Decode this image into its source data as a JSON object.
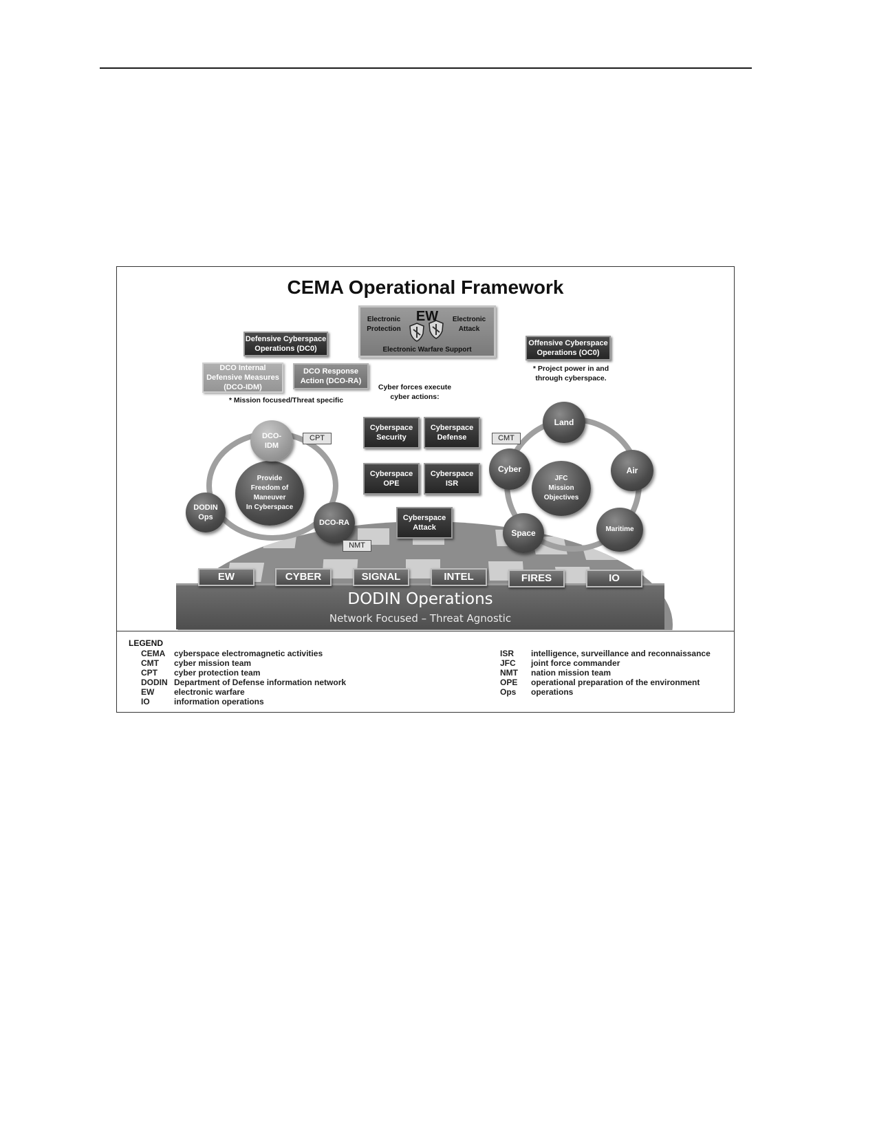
{
  "title": "CEMA Operational Framework",
  "ew": {
    "title": "EW",
    "protection": "Electronic\nProtection",
    "attack": "Electronic\nAttack",
    "support": "Electronic Warfare Support"
  },
  "dco": {
    "label": "Defensive Cyberspace\nOperations (DC0)",
    "idm": "DCO Internal\nDefensive Measures\n(DCO-IDM)",
    "ra": "DCO Response\nAction (DCO-RA)",
    "note": "* Mission focused/Threat specific"
  },
  "oco": {
    "label": "Offensive Cyberspace\nOperations (OC0)",
    "note": "* Project power in and\nthrough cyberspace."
  },
  "cyber_forces_note": "Cyber forces execute\ncyber actions:",
  "actions": {
    "security": "Cyberspace\nSecurity",
    "defense": "Cyberspace\nDefense",
    "ope": "Cyberspace\nOPE",
    "isr": "Cyberspace\nISR",
    "attack": "Cyberspace\nAttack"
  },
  "left_cycle": {
    "center": "Provide\nFreedom of\nManeuver\nIn Cyberspace",
    "dco_idm": "DCO-\nIDM",
    "dodin_ops": "DODIN\nOps",
    "dco_ra": "DCO-RA",
    "cpt": "CPT",
    "nmt": "NMT"
  },
  "right_cycle": {
    "center": "JFC\nMission\nObjectives",
    "land": "Land",
    "air": "Air",
    "maritime": "Maritime",
    "space": "Space",
    "cyber": "Cyber",
    "cmt": "CMT"
  },
  "pillars": [
    "EW",
    "CYBER",
    "SIGNAL",
    "INTEL",
    "FIRES",
    "IO"
  ],
  "dodin": {
    "title": "DODIN Operations",
    "subtitle": "Network Focused – Threat Agnostic"
  },
  "legend": {
    "title": "LEGEND",
    "left": [
      {
        "abbr": "CEMA",
        "def": "cyberspace electromagnetic activities"
      },
      {
        "abbr": "CMT",
        "def": "cyber mission team"
      },
      {
        "abbr": "CPT",
        "def": "cyber protection team"
      },
      {
        "abbr": "DODIN",
        "def": "Department of Defense information network"
      },
      {
        "abbr": "EW",
        "def": "electronic warfare"
      },
      {
        "abbr": "IO",
        "def": "information operations"
      }
    ],
    "right": [
      {
        "abbr": "ISR",
        "def": "intelligence, surveillance and reconnaissance"
      },
      {
        "abbr": "JFC",
        "def": "joint force commander"
      },
      {
        "abbr": "NMT",
        "def": "nation mission team"
      },
      {
        "abbr": "OPE",
        "def": "operational preparation of the environment"
      },
      {
        "abbr": "Ops",
        "def": "operations"
      }
    ]
  }
}
